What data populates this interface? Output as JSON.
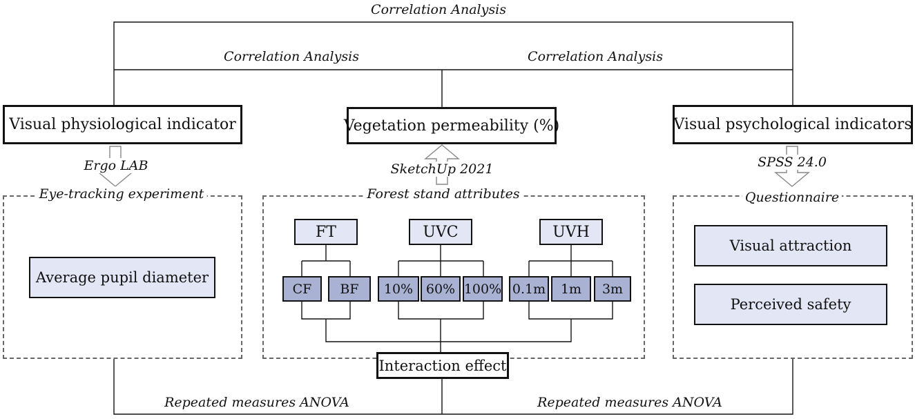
{
  "analysis": {
    "top_label": "Correlation Analysis",
    "left_label": "Correlation Analysis",
    "right_label": "Correlation Analysis",
    "bottom_left_label": "Repeated measures ANOVA",
    "bottom_right_label": "Repeated measures ANOVA"
  },
  "indicators": {
    "physiological": "Visual physiological  indicator",
    "permeability": "Vegetation permeability (%)",
    "psychological": "Visual psychological indicators"
  },
  "tools": {
    "ergolab": "Ergo LAB",
    "sketchup": "SketchUp 2021",
    "spss": "SPSS 24.0"
  },
  "groups": {
    "eye_tracking": {
      "title": "Eye-tracking experiment",
      "items": [
        "Average pupil diameter"
      ]
    },
    "forest_stand": {
      "title": "Forest stand attributes",
      "attributes": [
        {
          "name": "FT",
          "levels": [
            "CF",
            "BF"
          ]
        },
        {
          "name": "UVC",
          "levels": [
            "10%",
            "60%",
            "100%"
          ]
        },
        {
          "name": "UVH",
          "levels": [
            "0.1m",
            "1m",
            "3m"
          ]
        }
      ],
      "interaction": "Interaction effect"
    },
    "questionnaire": {
      "title": "Questionnaire",
      "items": [
        "Visual attraction",
        "Perceived safety"
      ]
    }
  },
  "colors": {
    "stroke": "#111111",
    "dashed_border": "#666666",
    "attribute_fill": "#e3e6f4",
    "level_fill": "#aab2d4",
    "arrow_stroke": "#888888"
  }
}
